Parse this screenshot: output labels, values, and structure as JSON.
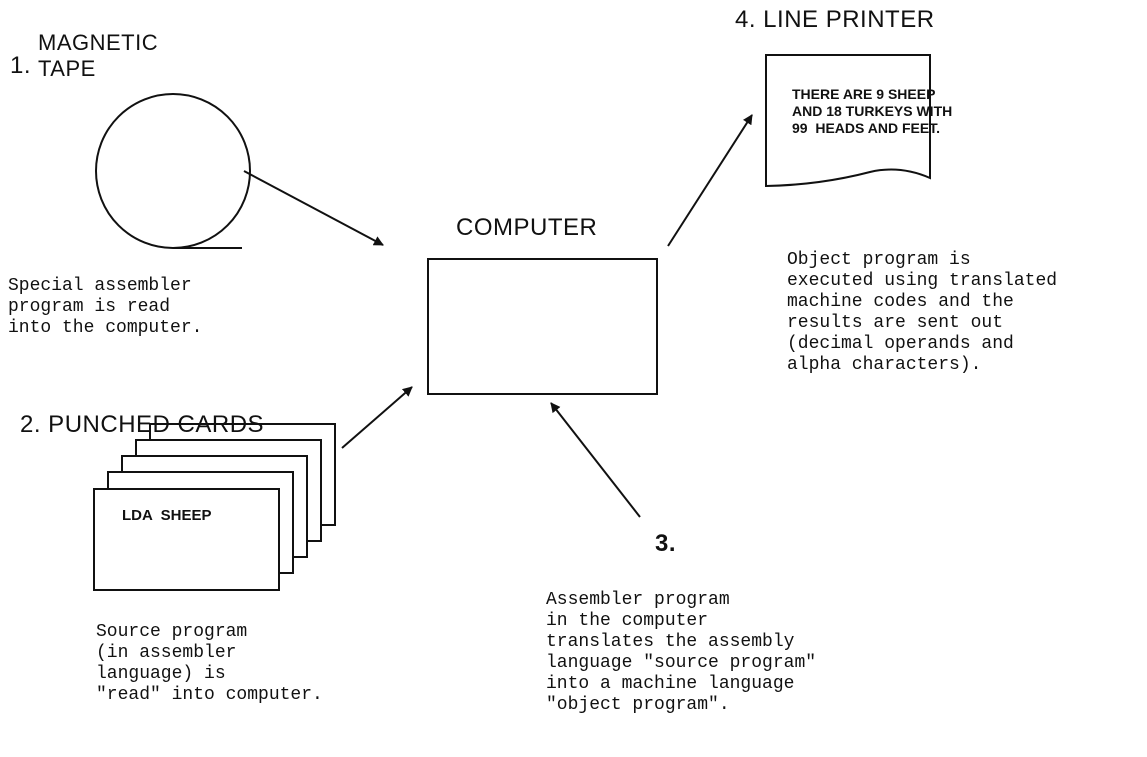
{
  "steps": {
    "tape": {
      "number": "1.",
      "title_line1": "MAGNETIC",
      "title_line2": "TAPE",
      "description": "Special assembler\nprogram is read\ninto the computer."
    },
    "cards": {
      "title": "2. PUNCHED CARDS",
      "card_text": "LDA  SHEEP",
      "description": "Source program\n(in assembler\nlanguage) is\n\"read\" into computer."
    },
    "assembler": {
      "number": "3.",
      "description": "Assembler program\nin the computer\ntranslates the assembly\nlanguage \"source program\"\ninto a machine language\n\"object program\"."
    },
    "printer": {
      "title": "4. LINE PRINTER",
      "output_text": "THERE ARE 9 SHEEP\nAND 18 TURKEYS WITH\n99  HEADS AND FEET.",
      "description": "Object program is\nexecuted using translated\nmachine codes and the\nresults are sent out\n(decimal operands and\nalpha characters)."
    }
  },
  "computer": {
    "label": "COMPUTER"
  },
  "colors": {
    "ink": "#111111",
    "background": "#ffffff"
  }
}
